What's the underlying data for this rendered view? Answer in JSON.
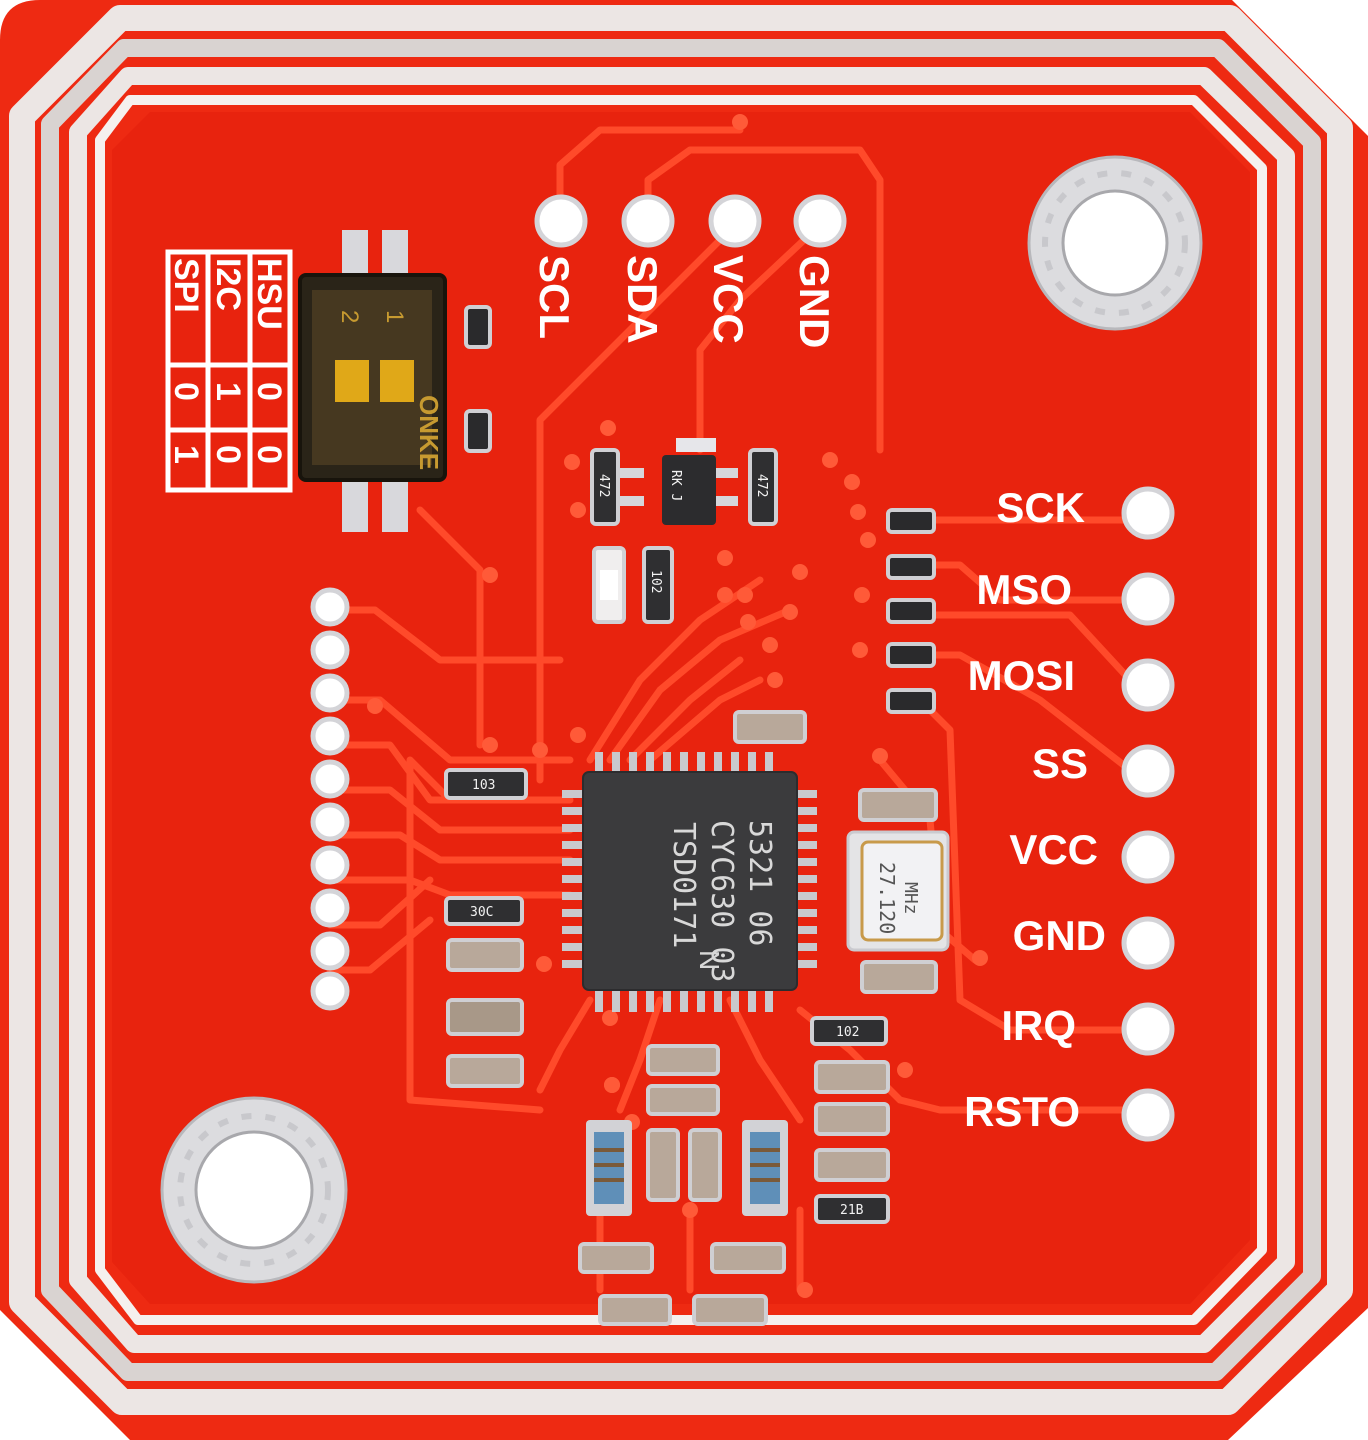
{
  "board": {
    "colors": {
      "pcb": "#ee2a12",
      "pcb_dark": "#d21e0a",
      "trace": "#ff4a2a",
      "antenna": "#ece6e4",
      "pad": "#e9e9ec",
      "chip": "#3b3b3d"
    },
    "top_header": {
      "labels": [
        "SCL",
        "SDA",
        "VCC",
        "GND"
      ]
    },
    "right_header": {
      "labels": [
        "SCK",
        "MSO",
        "MOSI",
        "SS",
        "VCC",
        "GND",
        "IRQ",
        "RSTO"
      ]
    },
    "mode_table": {
      "rows": [
        "HSU",
        "I2C",
        "SPI"
      ],
      "values": [
        [
          "0",
          "0"
        ],
        [
          "1",
          "0"
        ],
        [
          "0",
          "1"
        ]
      ]
    },
    "dip_switch": {
      "brand": "ONKE",
      "numbers": [
        "1",
        "2"
      ]
    },
    "main_chip": {
      "lines": [
        "5321 06",
        "CYC630 03",
        "TSD0171"
      ],
      "logo": "N-icon"
    },
    "crystal": {
      "lines": [
        "27.120",
        "MHz"
      ]
    },
    "component_codes": {
      "r1": "472",
      "r2": "472",
      "r3": "102",
      "r4": "102",
      "r5": "103",
      "r6": "30C",
      "r7": "21B",
      "transistor": "RK J"
    }
  }
}
